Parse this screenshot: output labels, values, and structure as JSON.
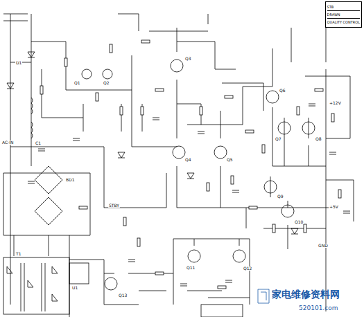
{
  "diagram": {
    "nodes": [
      {
        "text": [
          "STB",
          "DRAWN",
          "QUALITY CONTROL"
        ]
      }
    ],
    "labels": [
      "AC-IN",
      "C1",
      "D1",
      "BD1",
      "T1",
      "Q1",
      "Q2",
      "Q3",
      "Q4",
      "Q5",
      "Q6",
      "Q7",
      "Q8",
      "Q9",
      "Q10",
      "Q11",
      "Q12",
      "Q13",
      "U1",
      "+12V",
      "+5V",
      "GND",
      "STBY",
      "家电维修资料网",
      "520101.com"
    ]
  }
}
